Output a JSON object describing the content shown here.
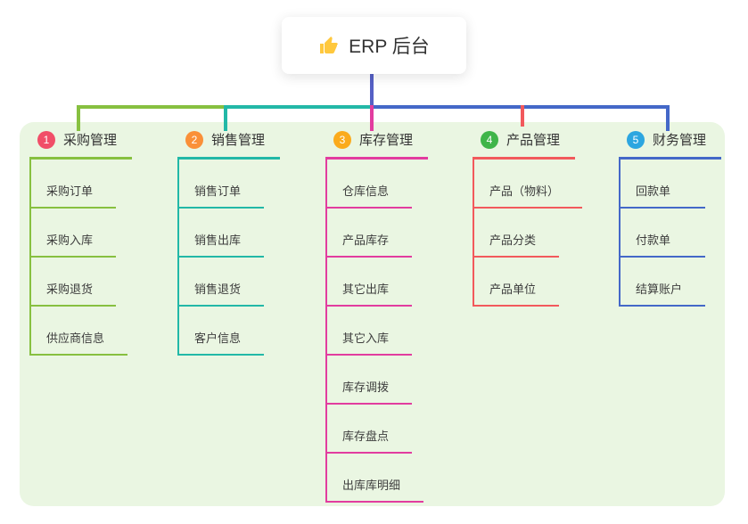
{
  "root": {
    "label": "ERP 后台",
    "icon": "thumbs-up-icon"
  },
  "branches": [
    {
      "index": "1",
      "label": "采购管理",
      "badge_color": "#F14E68",
      "line_color": "#87C040",
      "children": [
        "采购订单",
        "采购入库",
        "采购退货",
        "供应商信息"
      ]
    },
    {
      "index": "2",
      "label": "销售管理",
      "badge_color": "#FA9038",
      "line_color": "#22B8A7",
      "children": [
        "销售订单",
        "销售出库",
        "销售退货",
        "客户信息"
      ]
    },
    {
      "index": "3",
      "label": "库存管理",
      "badge_color": "#FBAB1C",
      "line_color": "#E23C9F",
      "children": [
        "仓库信息",
        "产品库存",
        "其它出库",
        "其它入库",
        "库存调拨",
        "库存盘点",
        "出库库明细"
      ]
    },
    {
      "index": "4",
      "label": "产品管理",
      "badge_color": "#3FB549",
      "line_color": "#F2595C",
      "children": [
        "产品（物料）",
        "产品分类",
        "产品单位"
      ]
    },
    {
      "index": "5",
      "label": "财务管理",
      "badge_color": "#2CA6E0",
      "line_color": "#4468C8",
      "children": [
        "回款单",
        "付款单",
        "结算账户"
      ]
    }
  ],
  "colors": {
    "panel_bg": "#EAF6E2",
    "root_stem": "#5560C5",
    "text": "#383838",
    "thumb_icon": "#FFC83D"
  }
}
